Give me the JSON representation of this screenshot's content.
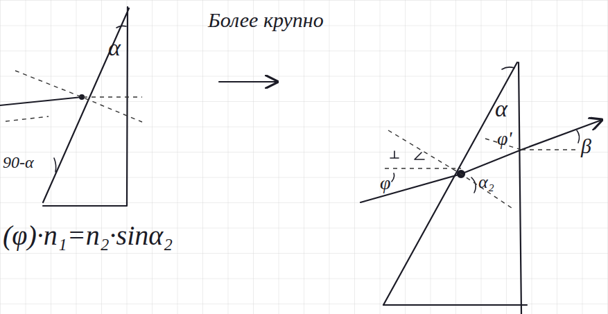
{
  "diagram": {
    "labels": [
      "α",
      "90-α",
      "Более крупно",
      "α",
      "φ'",
      "β",
      "φ",
      "α₂",
      "(φ)·n₁=n₂·sinα₂"
    ]
  }
}
